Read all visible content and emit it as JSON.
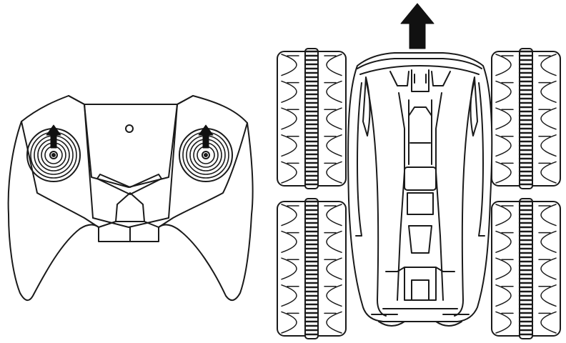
{
  "diagram": {
    "stroke_color": "#1a1a1a",
    "fill_color": "#ffffff",
    "arrow_color": "#111111",
    "controller": {
      "left_stick": {
        "icon": "arrow-up-icon",
        "direction": "forward"
      },
      "right_stick": {
        "icon": "arrow-up-icon",
        "direction": "forward"
      }
    },
    "vehicle": {
      "direction_arrow": {
        "icon": "arrow-up-icon",
        "direction": "forward"
      },
      "wheel_count": 4
    }
  }
}
